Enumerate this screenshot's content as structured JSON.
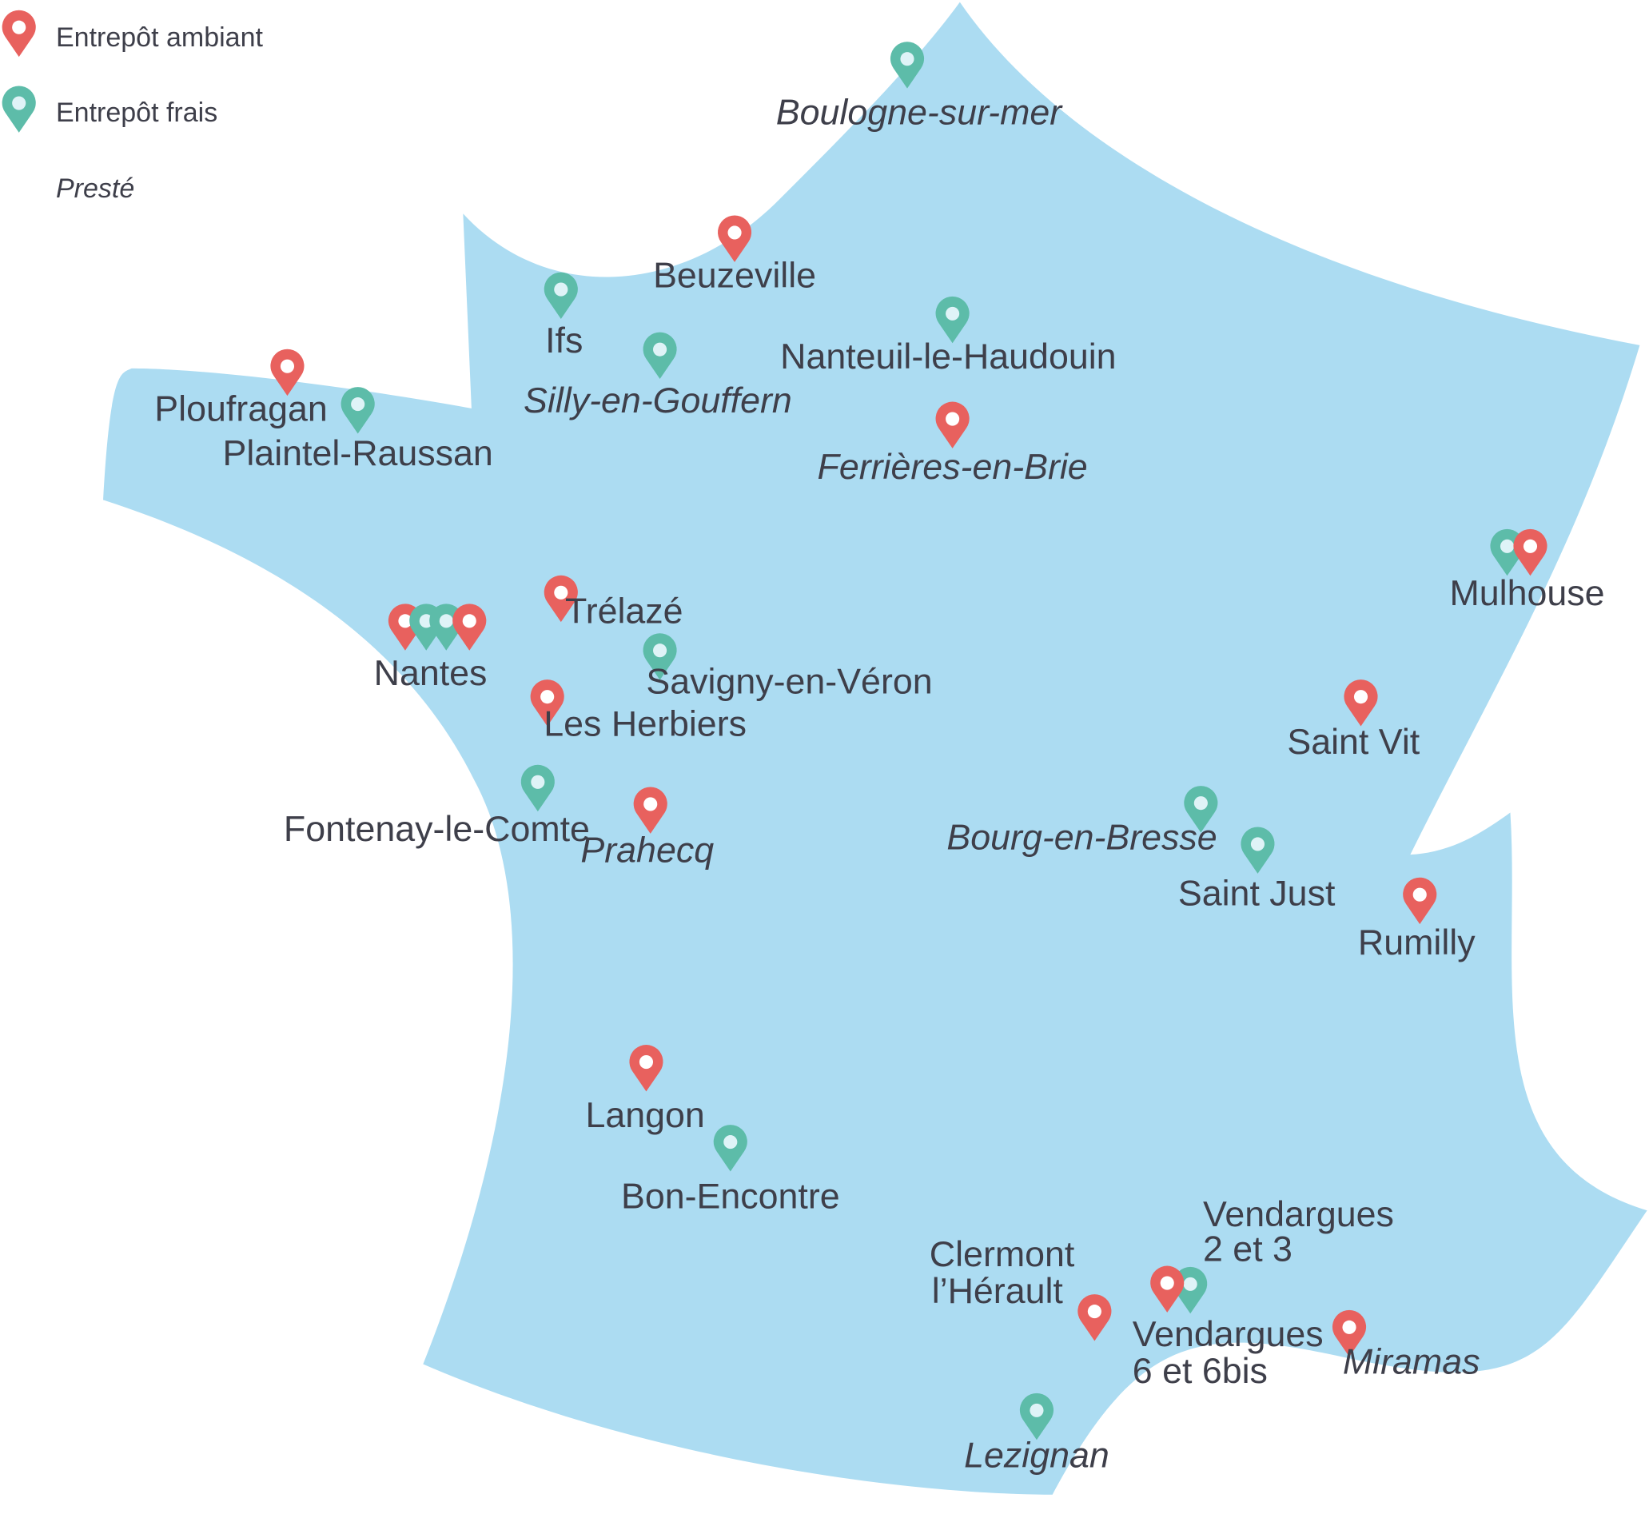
{
  "legend": {
    "ambient_label": "Entrepôt ambiant",
    "fresh_label": "Entrepôt frais",
    "preste_label": "Presté"
  },
  "colors": {
    "land": "#acdcf2",
    "ambient_pin": "#e8615e",
    "fresh_pin": "#5dbca9",
    "pin_hole": "#ffffff",
    "text": "#3e3f4a"
  },
  "locations": [
    {
      "id": "boulogne",
      "label": [
        "Boulogne-sur-mer"
      ],
      "preste": true,
      "pins": [
        "fresh"
      ]
    },
    {
      "id": "beuzeville",
      "label": [
        "Beuzeville"
      ],
      "preste": false,
      "pins": [
        "ambient"
      ]
    },
    {
      "id": "ifs",
      "label": [
        "Ifs"
      ],
      "preste": false,
      "pins": [
        "fresh"
      ]
    },
    {
      "id": "silly",
      "label": [
        "Silly-en-Gouffern"
      ],
      "preste": true,
      "pins": [
        "fresh"
      ]
    },
    {
      "id": "nanteuil",
      "label": [
        "Nanteuil-le-Haudouin"
      ],
      "preste": false,
      "pins": [
        "fresh"
      ]
    },
    {
      "id": "ferrieres",
      "label": [
        "Ferrières-en-Brie"
      ],
      "preste": true,
      "pins": [
        "ambient"
      ]
    },
    {
      "id": "ploufragan",
      "label": [
        "Ploufragan"
      ],
      "preste": false,
      "pins": [
        "ambient"
      ]
    },
    {
      "id": "plaintel",
      "label": [
        "Plaintel-Raussan"
      ],
      "preste": false,
      "pins": [
        "fresh"
      ]
    },
    {
      "id": "mulhouse",
      "label": [
        "Mulhouse"
      ],
      "preste": false,
      "pins": [
        "fresh",
        "ambient"
      ]
    },
    {
      "id": "trelaze",
      "label": [
        "Trélazé"
      ],
      "preste": false,
      "pins": [
        "ambient"
      ]
    },
    {
      "id": "nantes",
      "label": [
        "Nantes"
      ],
      "preste": false,
      "pins": [
        "ambient",
        "fresh",
        "fresh",
        "ambient"
      ]
    },
    {
      "id": "savigny",
      "label": [
        "Savigny-en-Véron"
      ],
      "preste": false,
      "pins": [
        "fresh"
      ]
    },
    {
      "id": "herbiers",
      "label": [
        "Les Herbiers"
      ],
      "preste": false,
      "pins": [
        "ambient"
      ]
    },
    {
      "id": "saintvit",
      "label": [
        "Saint Vit"
      ],
      "preste": false,
      "pins": [
        "ambient"
      ]
    },
    {
      "id": "fontenay",
      "label": [
        "Fontenay-le-Comte"
      ],
      "preste": false,
      "pins": [
        "fresh"
      ]
    },
    {
      "id": "prahecq",
      "label": [
        "Prahecq"
      ],
      "preste": true,
      "pins": [
        "ambient"
      ]
    },
    {
      "id": "bourg",
      "label": [
        "Bourg-en-Bresse"
      ],
      "preste": true,
      "pins": [
        "fresh"
      ]
    },
    {
      "id": "saintjust",
      "label": [
        "Saint Just"
      ],
      "preste": false,
      "pins": [
        "fresh"
      ]
    },
    {
      "id": "rumilly",
      "label": [
        "Rumilly"
      ],
      "preste": false,
      "pins": [
        "ambient"
      ]
    },
    {
      "id": "langon",
      "label": [
        "Langon"
      ],
      "preste": false,
      "pins": [
        "ambient"
      ]
    },
    {
      "id": "bonencontre",
      "label": [
        "Bon-Encontre"
      ],
      "preste": false,
      "pins": [
        "fresh"
      ]
    },
    {
      "id": "vendargues23",
      "label": [
        "Vendargues",
        "2 et 3"
      ],
      "preste": false,
      "pins": [
        "fresh"
      ]
    },
    {
      "id": "clermont",
      "label": [
        "Clermont",
        "l’Hérault"
      ],
      "preste": false,
      "pins": [
        "ambient"
      ]
    },
    {
      "id": "vendargues6",
      "label": [
        "Vendargues",
        "6 et 6bis"
      ],
      "preste": false,
      "pins": [
        "ambient"
      ]
    },
    {
      "id": "miramas",
      "label": [
        "Miramas"
      ],
      "preste": true,
      "pins": [
        "ambient"
      ]
    },
    {
      "id": "lezignan",
      "label": [
        "Lezignan"
      ],
      "preste": true,
      "pins": [
        "fresh"
      ]
    }
  ]
}
